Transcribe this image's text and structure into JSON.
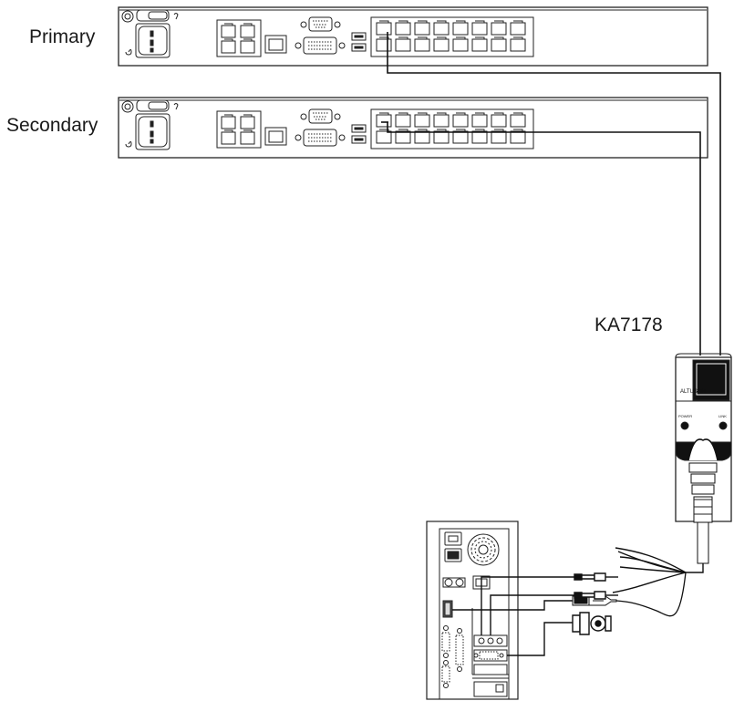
{
  "labels": {
    "primary": "Primary",
    "secondary": "Secondary",
    "adapter_model": "KA7178",
    "adapter_brand": "ALTUSCN",
    "adapter_led_power": "POWER",
    "adapter_led_link": "LINK"
  },
  "colors": {
    "line": "#111111",
    "panel_stroke": "#222222",
    "background": "#ffffff"
  }
}
